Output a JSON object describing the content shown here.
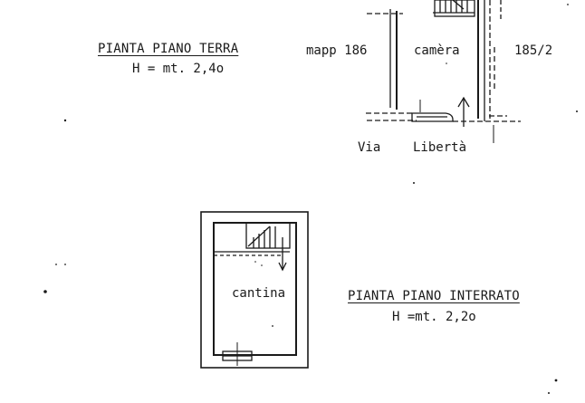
{
  "ground_floor": {
    "title": "PIANTA PIANO TERRA",
    "height_label": "H = mt. 2,4o",
    "left_parcel": "mapp 186",
    "room": "camèra",
    "right_parcel": "185/2",
    "street_word1": "Via",
    "street_word2": "Libertà"
  },
  "basement": {
    "title": "PIANTA PIANO INTERRATO",
    "height_label": "H =mt. 2,2o",
    "room": "cantina"
  }
}
